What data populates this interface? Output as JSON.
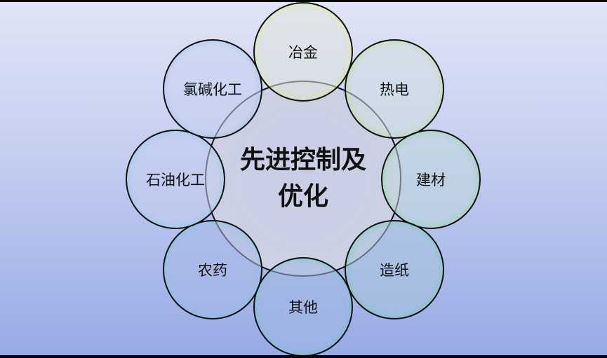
{
  "diagram": {
    "center": {
      "label_line1": "先进控制及",
      "label_line2": "优化",
      "rim_color": "#f2b63a",
      "fill_color": "#cdd2e6"
    },
    "satellites": [
      {
        "label": "冶金",
        "rim_color": "#e6ef2e",
        "fill_color": "#dfe6dc"
      },
      {
        "label": "热电",
        "rim_color": "#9be23a",
        "fill_color": "#d0e0de"
      },
      {
        "label": "建材",
        "rim_color": "#5ddc4a",
        "fill_color": "#bfd8dc"
      },
      {
        "label": "造纸",
        "rim_color": "#3fd67a",
        "fill_color": "#a7c4dd"
      },
      {
        "label": "其他",
        "rim_color": "#3fd6a0",
        "fill_color": "#a0b8e4"
      },
      {
        "label": "农药",
        "rim_color": "#4ad6cc",
        "fill_color": "#a6b9e6"
      },
      {
        "label": "石油化工",
        "rim_color": "#5ccce0",
        "fill_color": "#c3cdef"
      },
      {
        "label": "氯碱化工",
        "rim_color": "#84aee6",
        "fill_color": "#c7d3f0"
      }
    ]
  }
}
